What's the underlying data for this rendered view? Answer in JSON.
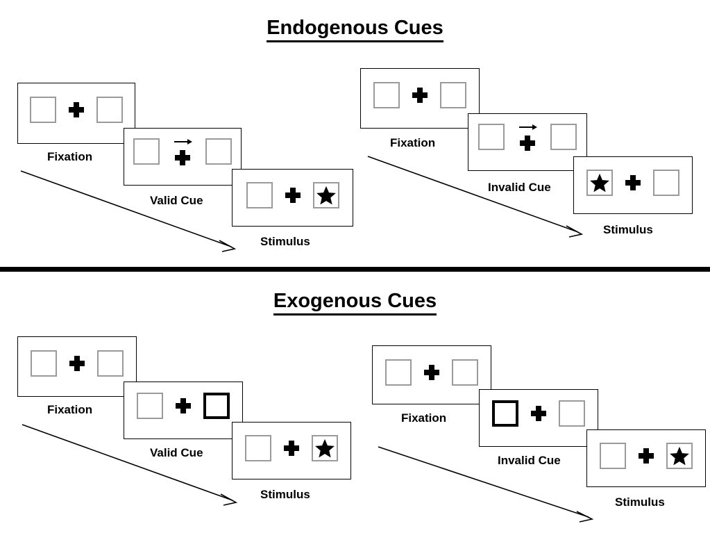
{
  "figure": {
    "type": "diagram",
    "description": "Posner cueing paradigm trial sequences",
    "divider_color": "#000000",
    "box_border_color": "#9a9a9a",
    "highlight_color": "#000000"
  },
  "sections": [
    {
      "id": "endogenous",
      "title": "Endogenous Cues",
      "conditions": [
        {
          "id": "endogenous-valid",
          "frames": [
            {
              "label": "Fixation",
              "cue": "none",
              "left_box": "empty",
              "right_box": "empty"
            },
            {
              "label": "Valid Cue",
              "cue": "arrow-right",
              "left_box": "empty",
              "right_box": "empty"
            },
            {
              "label": "Stimulus",
              "cue": "none",
              "left_box": "empty",
              "right_box": "star"
            }
          ]
        },
        {
          "id": "endogenous-invalid",
          "frames": [
            {
              "label": "Fixation",
              "cue": "none",
              "left_box": "empty",
              "right_box": "empty"
            },
            {
              "label": "Invalid Cue",
              "cue": "arrow-right",
              "left_box": "empty",
              "right_box": "empty"
            },
            {
              "label": "Stimulus",
              "cue": "none",
              "left_box": "star",
              "right_box": "empty"
            }
          ]
        }
      ]
    },
    {
      "id": "exogenous",
      "title": "Exogenous Cues",
      "conditions": [
        {
          "id": "exogenous-valid",
          "frames": [
            {
              "label": "Fixation",
              "cue": "none",
              "left_box": "empty",
              "right_box": "empty"
            },
            {
              "label": "Valid Cue",
              "cue": "none",
              "left_box": "empty",
              "right_box": "highlight"
            },
            {
              "label": "Stimulus",
              "cue": "none",
              "left_box": "empty",
              "right_box": "star"
            }
          ]
        },
        {
          "id": "exogenous-invalid",
          "frames": [
            {
              "label": "Fixation",
              "cue": "none",
              "left_box": "empty",
              "right_box": "empty"
            },
            {
              "label": "Invalid Cue",
              "cue": "none",
              "left_box": "highlight",
              "right_box": "empty"
            },
            {
              "label": "Stimulus",
              "cue": "none",
              "left_box": "empty",
              "right_box": "star"
            }
          ]
        }
      ]
    }
  ],
  "icons": {
    "plus": "fixation-cross",
    "star": "target-star",
    "arrow": "arrow-right-cue",
    "flow": "time-flow-arrow"
  }
}
